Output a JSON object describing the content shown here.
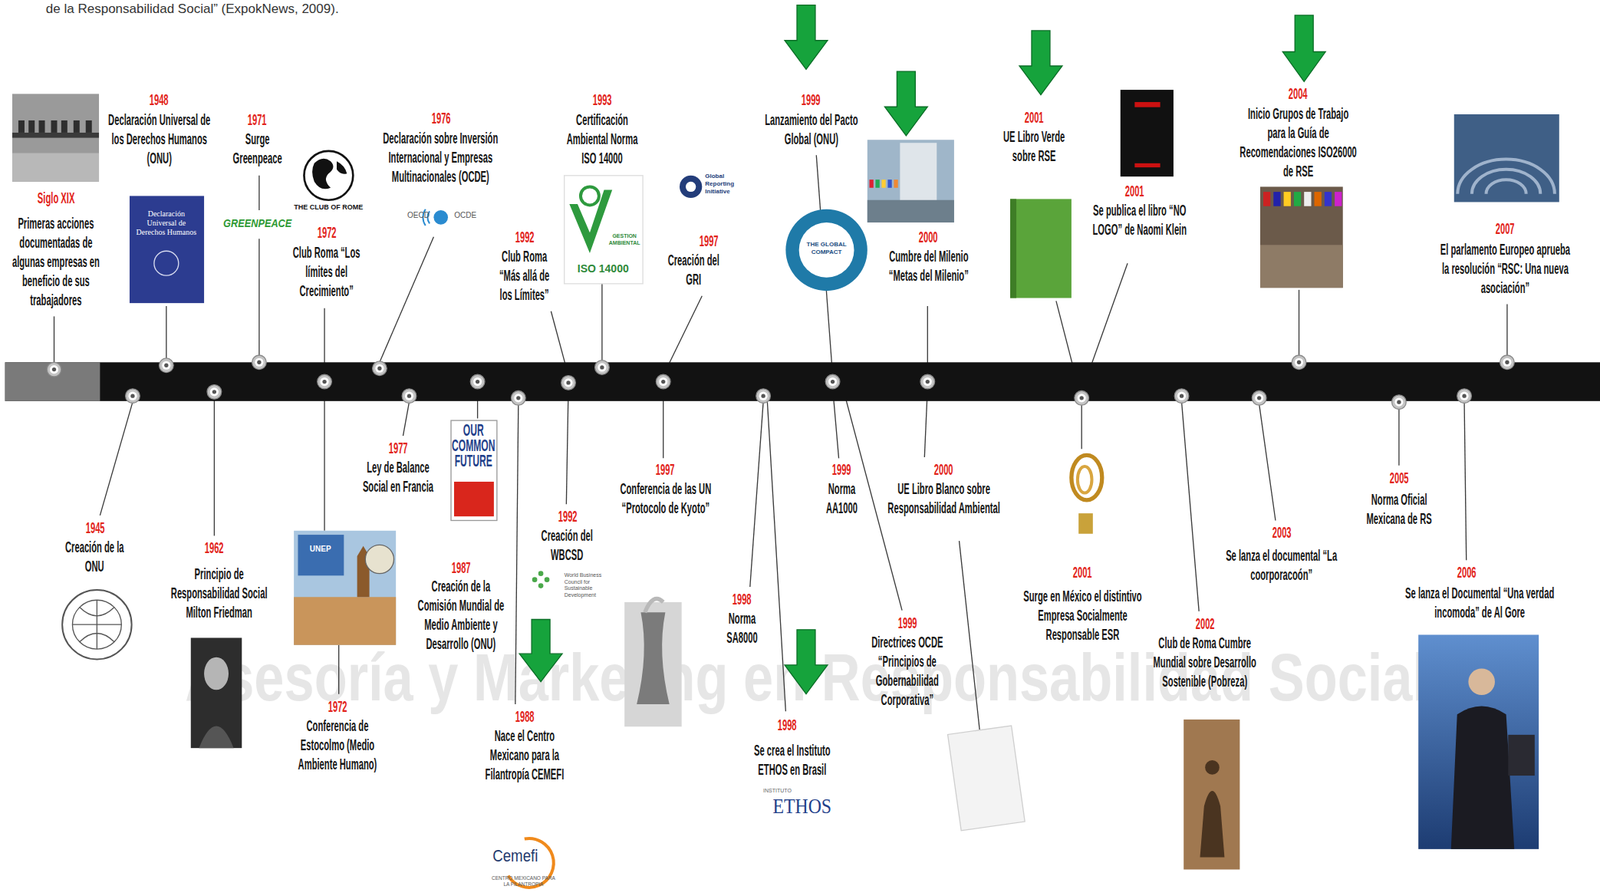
{
  "diagram": {
    "labels": [
      "de la Responsabilidad Social” (ExpokNews, 2009).",
      "Siglo XIX",
      "Primeras acciones documentadas de algunas empresas en beneficio de sus trabajadores",
      "1948",
      "Declaración Universal de los Derechos Humanos (ONU)",
      "1971",
      "Surge Greenpeace",
      "1972",
      "Club Roma “Los límites del Crecimiento”",
      "1976",
      "Declaración sobre Inversión Internacional y Empresas Multinacionales (OCDE)",
      "1992",
      "Club Roma “Más allá de los Límites”",
      "1993",
      "Certificación Ambiental Norma ISO 14000",
      "1997",
      "Creación del GRI",
      "1999",
      "Lanzamiento del Pacto Global (ONU)",
      "2000",
      "Cumbre del Milenio “Metas del Milenio”",
      "2001",
      "UE Libro Verde sobre RSE",
      "2001",
      "Se publica el libro “NO LOGO” de Naomi Klein",
      "2004",
      "Inicio Grupos de Trabajo para la Guía de Recomendaciones ISO26000 de RSE",
      "2007",
      "El parlamento Europeo aprueba la resolución “RSC: Una nueva asociación”",
      "1945",
      "Creación de la ONU",
      "1962",
      "Principio de Responsabilidad Social Milton Friedman",
      "1972",
      "Conferencia de Estocolmo (Medio Ambiente Humano)",
      "1977",
      "Ley de Balance Social en Francia",
      "1987",
      "Creación de la Comisión Mundial de Medio Ambiente y Desarrollo (ONU)",
      "1988",
      "Nace el Centro Mexicano para la Filantropía CEMEFI",
      "1992",
      "Creación del WBCSD",
      "1997",
      "Conferencia de las UN “Protocolo de Kyoto”",
      "1998",
      "Norma SA8000",
      "1998",
      "Se crea el Instituto ETHOS en Brasil",
      "1999",
      "Norma AA1000",
      "1999",
      "Directrices OCDE “Principios de Gobernabilidad Corporativa”",
      "2000",
      "UE Libro Blanco sobre Responsabilidad Ambiental",
      "2001",
      "Surge en México el distintivo Empresa Socialmente Responsable ESR",
      "2002",
      "Club de Roma Cumbre Mundial sobre Desarrollo Sostenible (Pobreza)",
      "2003",
      "Se lanza el documental “La coorporacoón”",
      "2005",
      "Norma Oficial Mexicana de RS",
      "2006",
      "Se lanza el Documental “Una verdad incomoda” de Al Gore",
      "Declaración Universal de Derechos Humanos",
      "GREENPEACE",
      "THE CLUB OF ROME",
      "OECD",
      "OCDE",
      "Global Reporting Initiative",
      "GESTION AMBIENTAL",
      "ISO 14000",
      "THE GLOBAL COMPACT",
      "OUR COMMON FUTURE",
      "UNEP",
      "World Business Council for Sustainable Development",
      "INSTITUTO",
      "ETHOS",
      "Cemefi",
      "CENTRO MEXICANO PARA LA FILANTROPIA",
      "Asesoría y Marketing en Responsabilidad Social"
    ]
  }
}
